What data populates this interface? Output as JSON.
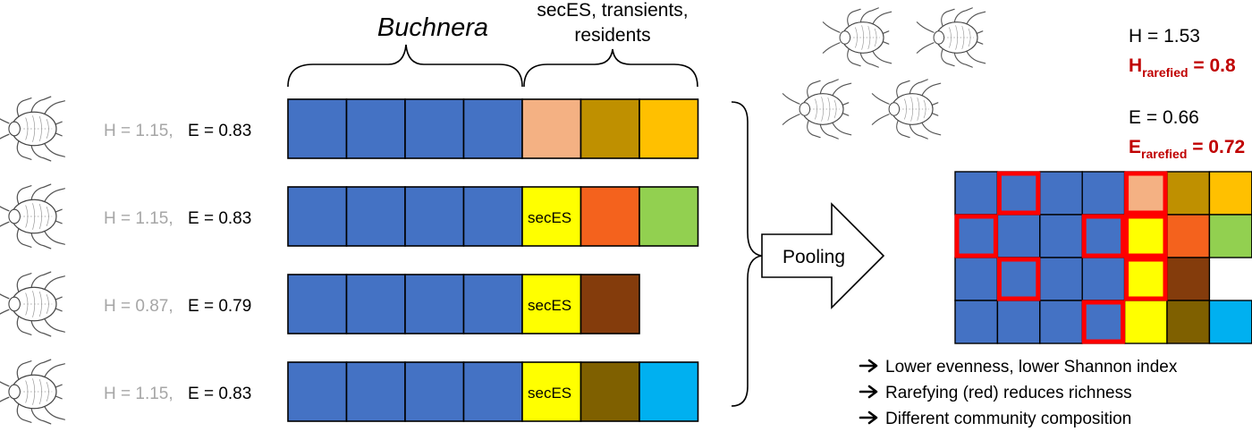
{
  "labels": {
    "buchnera": "Buchnera",
    "others_line1": "secES, transients,",
    "others_line2": "residents",
    "pooling": "Pooling",
    "secES": "secES"
  },
  "colors": {
    "buchnera": "#4472C4",
    "outline": "#000000",
    "h_grey": "#A6A6A6",
    "red": "#C00000",
    "red_box": "#FF0000"
  },
  "samples": [
    {
      "H": "H = 1.15,",
      "E": "E = 0.83",
      "others": [
        "#F4B183",
        "#BF9000",
        "#FFC000"
      ],
      "secES": false
    },
    {
      "H": "H = 1.15,",
      "E": "E = 0.83",
      "others": [
        "#FFFF00",
        "#F4621D",
        "#92D050"
      ],
      "secES": true
    },
    {
      "H": "H = 0.87,",
      "E": "E = 0.79",
      "others": [
        "#FFFF00",
        "#843C0C"
      ],
      "secES": true
    },
    {
      "H": "H = 1.15,",
      "E": "E = 0.83",
      "others": [
        "#FFFF00",
        "#7F6000",
        "#00B0F0"
      ],
      "secES": true
    }
  ],
  "pooled": {
    "H": "H = 1.53",
    "H_rarefied_main": "H",
    "H_rarefied_sub": "rarefied",
    "H_rarefied_val": " = 0.8",
    "E": "E = 0.66",
    "E_rarefied_main": "E",
    "E_rarefied_sub": "rarefied",
    "E_rarefied_val": " = 0.72",
    "rows": [
      [
        "#4472C4",
        "#4472C4",
        "#4472C4",
        "#4472C4",
        "#F4B183",
        "#BF9000",
        "#FFC000"
      ],
      [
        "#4472C4",
        "#4472C4",
        "#4472C4",
        "#4472C4",
        "#FFFF00",
        "#F4621D",
        "#92D050"
      ],
      [
        "#4472C4",
        "#4472C4",
        "#4472C4",
        "#4472C4",
        "#FFFF00",
        "#843C0C"
      ],
      [
        "#4472C4",
        "#4472C4",
        "#4472C4",
        "#4472C4",
        "#FFFF00",
        "#7F6000",
        "#00B0F0"
      ]
    ],
    "highlighted": [
      [
        0,
        1
      ],
      [
        0,
        4
      ],
      [
        1,
        0
      ],
      [
        1,
        3
      ],
      [
        1,
        4
      ],
      [
        2,
        1
      ],
      [
        2,
        4
      ],
      [
        3,
        3
      ]
    ]
  },
  "conclusions": [
    "Lower evenness, lower Shannon index",
    "Rarefying (red) reduces richness",
    "Different community composition"
  ]
}
